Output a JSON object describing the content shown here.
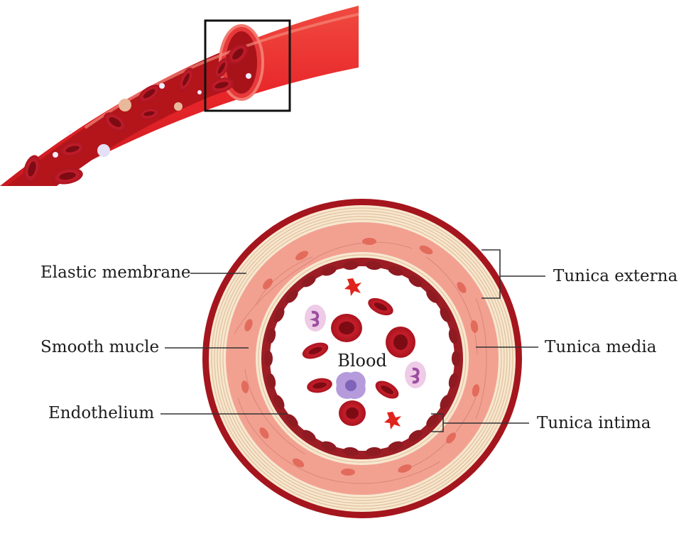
{
  "labels": {
    "left": {
      "elastic_membrane": "Elastic membrane",
      "smooth_muscle": "Smooth mucle",
      "endothelium": "Endothelium"
    },
    "right": {
      "tunica_externa": "Tunica externa",
      "tunica_media": "Tunica media",
      "tunica_intima": "Tunica intima"
    },
    "center": "Blood"
  },
  "colors": {
    "vessel_red": "#e8262a",
    "vessel_dark": "#b01219",
    "outer_ring": "#a5151d",
    "media_pink": "#f2a191",
    "elastic_cream": "#f7e7cf",
    "rbc": "#c41d2a",
    "platelet": "#e0231c",
    "leukocyte": "#b59bdc"
  }
}
